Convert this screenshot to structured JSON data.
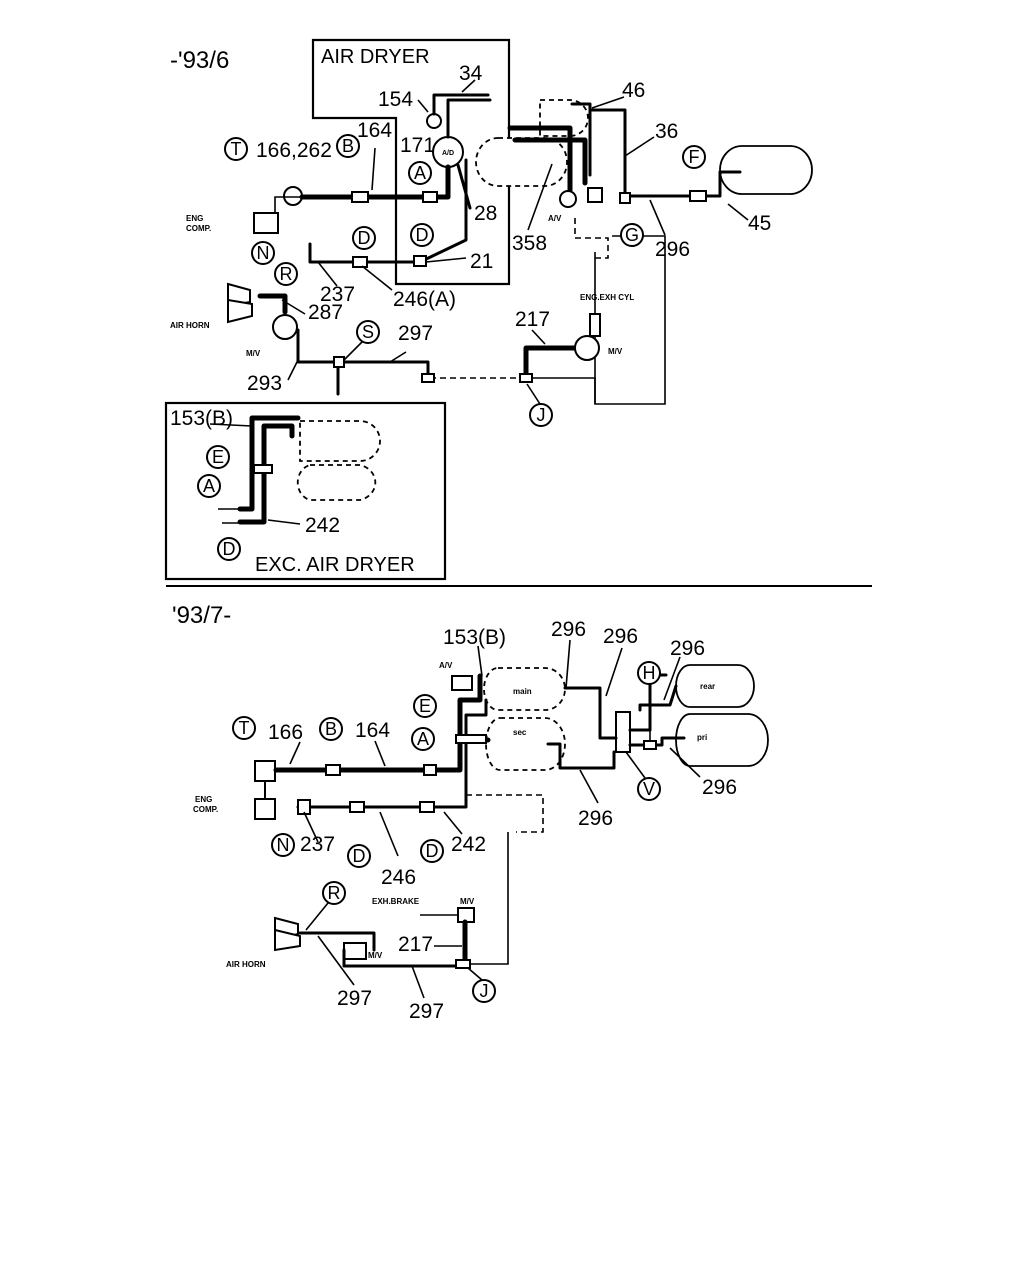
{
  "sections": {
    "top": {
      "period": "-'93/6",
      "air_dryer_box": "AIR DRYER",
      "exc_air_dryer_box": "EXC. AIR DRYER",
      "part_numbers": {
        "p34": "34",
        "p46": "46",
        "p154": "154",
        "p36": "36",
        "p166_262": "166,262",
        "p164": "164",
        "p171": "171",
        "p28": "28",
        "p358": "358",
        "p296": "296",
        "p45": "45",
        "p21": "21",
        "p237": "237",
        "p246a": "246(A)",
        "p287": "287",
        "p297": "297",
        "p217": "217",
        "p293": "293",
        "p153b": "153(B)",
        "p242": "242"
      },
      "letters": {
        "T": "T",
        "B": "B",
        "A": "A",
        "F": "F",
        "G": "G",
        "D": "D",
        "D2": "D",
        "N": "N",
        "R": "R",
        "S": "S",
        "J": "J",
        "E_inset": "E",
        "A_inset": "A",
        "D_inset": "D"
      },
      "component_labels": {
        "eng": "ENG",
        "comp": "COMP.",
        "air_horn": "AIR HORN",
        "mv1": "M/V",
        "mv2": "M/V",
        "av": "A/V",
        "eng_exh_cyl": "ENG.EXH CYL",
        "ad": "A/D"
      }
    },
    "bottom": {
      "period": "'93/7-",
      "part_numbers": {
        "p153b": "153(B)",
        "p296a": "296",
        "p296b": "296",
        "p296c": "296",
        "p166": "166",
        "p164": "164",
        "p296d": "296",
        "p296e": "296",
        "p237": "237",
        "p246": "246",
        "p242": "242",
        "p217": "217",
        "p297a": "297",
        "p297b": "297"
      },
      "letters": {
        "T": "T",
        "B": "B",
        "A": "A",
        "E": "E",
        "H": "H",
        "V": "V",
        "N": "N",
        "D1": "D",
        "D2": "D",
        "R": "R",
        "J": "J"
      },
      "component_labels": {
        "eng": "ENG",
        "comp": "COMP.",
        "air_horn": "AIR HORN",
        "av": "A/V",
        "exh_brake": "EXH.BRAKE",
        "mv1": "M/V",
        "mv2": "M/V",
        "main": "main",
        "sec": "sec",
        "rear": "rear",
        "pri": "pri"
      }
    }
  }
}
